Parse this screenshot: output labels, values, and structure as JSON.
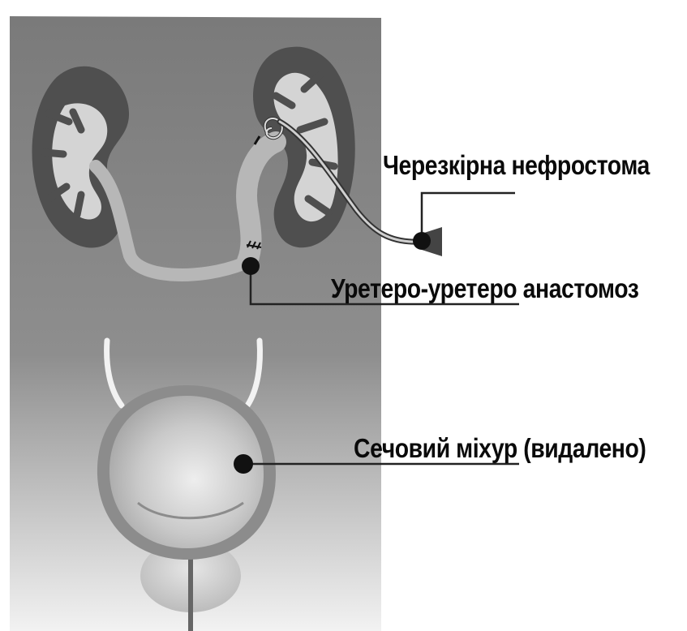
{
  "labels": {
    "nephrostomy": "Черезкірна нефростома",
    "anastomosis": "Уретеро-уретеро анастомоз",
    "bladder": "Сечовий міхур (видалено)"
  },
  "colors": {
    "torso": "#8a8a8a",
    "kidney_cortex": "#4f4f4f",
    "kidney_medulla": "#d4d4d4",
    "ureter": "#b7b7b7",
    "bladder": "#c6c6c6",
    "marker": "#111111",
    "leader_line": "#222222"
  },
  "icons": {
    "nephrostomy_tube": "pigtail-catheter",
    "suture": "suture-marks"
  }
}
